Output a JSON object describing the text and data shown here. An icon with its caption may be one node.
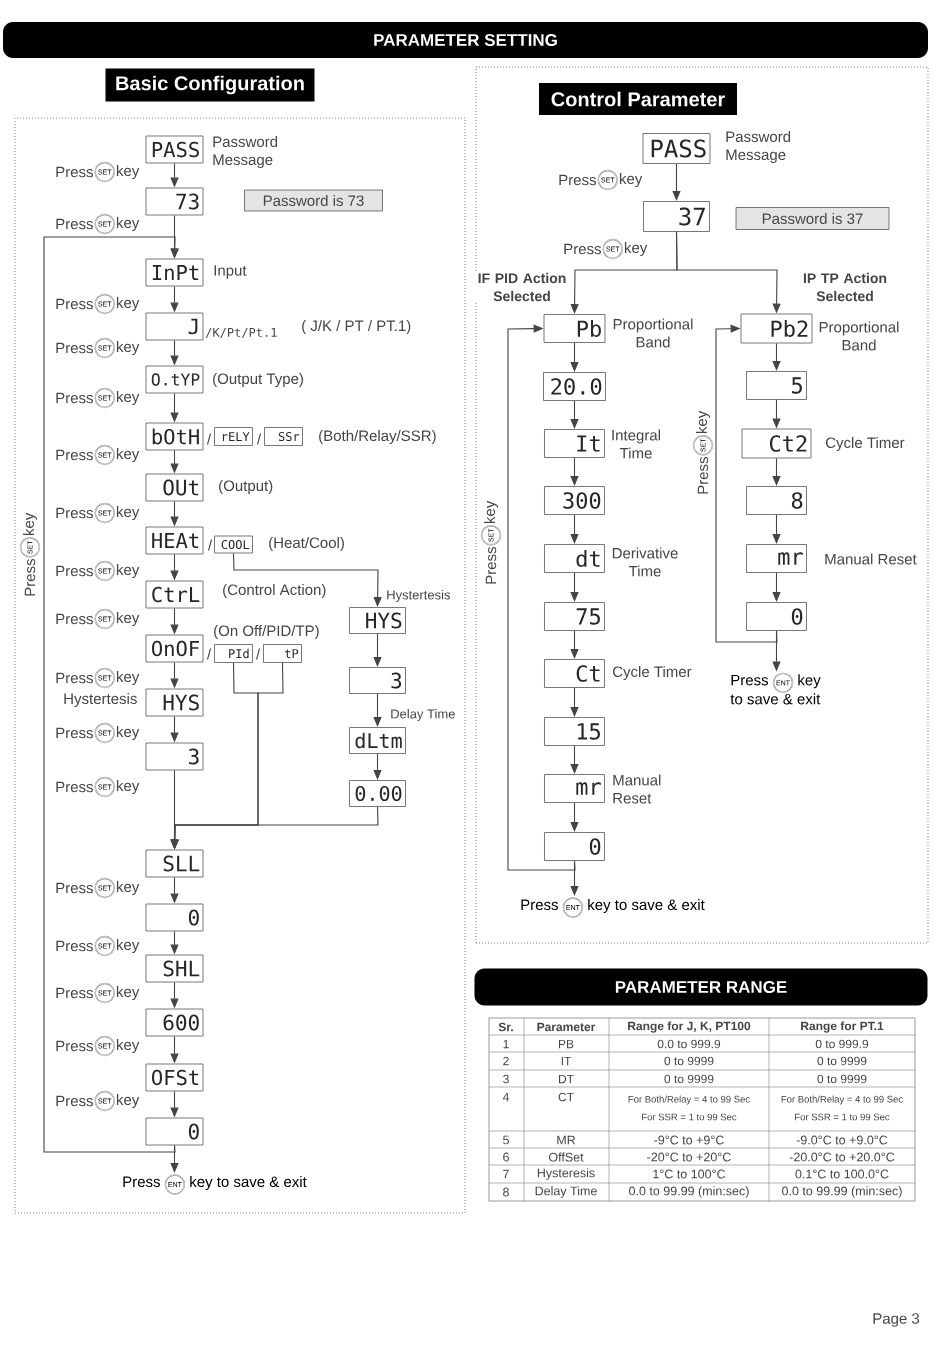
{
  "diagram": {
    "title": "PARAMETER SETTING",
    "nodes": [
      {
        "text": [
          "Basic Configuration"
        ]
      },
      {
        "text": [
          "PASS"
        ],
        "in": 0,
        "beside": [
          "Password Message"
        ]
      },
      {
        "text": [
          "73"
        ],
        "in": 0
      },
      {
        "text": [
          "Password is 73"
        ],
        "in": 0
      },
      {
        "text": [
          "InPt"
        ],
        "in": 0,
        "beside": [
          "Input"
        ]
      },
      {
        "text": [
          "J"
        ],
        "in": 0,
        "beside": [
          "/K/Pt/Pt.1",
          "( J/K / PT / PT.1)"
        ]
      },
      {
        "text": [
          "O.tYP"
        ],
        "in": 0,
        "beside": [
          "(Output Type)"
        ]
      },
      {
        "text": [
          "bOtH"
        ],
        "in": 0,
        "beside": [
          "/"
        ]
      },
      {
        "text": [
          "rELY"
        ],
        "in": 0,
        "beside": [
          "/"
        ]
      },
      {
        "text": [
          "SSr"
        ],
        "in": 0,
        "beside": [
          "(Both/Relay/SSR)"
        ]
      },
      {
        "text": [
          "OUt"
        ],
        "in": 0,
        "beside": [
          "(Output)"
        ]
      },
      {
        "text": [
          "HEAt"
        ],
        "in": 0,
        "beside": [
          "/"
        ]
      },
      {
        "text": [
          "COOL"
        ],
        "in": 0,
        "beside": [
          "(Heat/Cool)"
        ]
      },
      {
        "text": [
          "CtrL"
        ],
        "in": 0,
        "beside": [
          "(Control Action)"
        ]
      },
      {
        "text": [
          "OnOF"
        ],
        "in": 0,
        "beside": [
          "/"
        ]
      },
      {
        "text": [
          "PId"
        ],
        "in": 0,
        "beside": [
          "/"
        ]
      },
      {
        "text": [
          "tP"
        ],
        "in": 0,
        "beside": [
          "(On Off/PID/TP)"
        ]
      },
      {
        "text": [
          "HYS"
        ],
        "in": 0,
        "beside": [
          "Hystertesis"
        ]
      },
      {
        "text": [
          "3"
        ],
        "in": 0
      },
      {
        "text": [
          "HYS"
        ],
        "in": 0,
        "beside": [
          "Hystertesis"
        ]
      },
      {
        "text": [
          "3"
        ],
        "in": 0
      },
      {
        "text": [
          "dLtm"
        ],
        "in": 0,
        "beside": [
          "Delay Time"
        ]
      },
      {
        "text": [
          "0.00"
        ],
        "in": 0
      },
      {
        "text": [
          "SLL"
        ],
        "in": 0
      },
      {
        "text": [
          "0"
        ],
        "in": 0
      },
      {
        "text": [
          "SHL"
        ],
        "in": 0
      },
      {
        "text": [
          "600"
        ],
        "in": 0
      },
      {
        "text": [
          "OFSt"
        ],
        "in": 0
      },
      {
        "text": [
          "0"
        ],
        "in": 0
      },
      {
        "text": [
          "Press",
          "ENT",
          "key to save & exit"
        ],
        "in": 0
      },
      {
        "text": [
          "Control Parameter"
        ]
      },
      {
        "text": [
          "PASS"
        ],
        "in": 30,
        "beside": [
          "Password Message"
        ]
      },
      {
        "text": [
          "37"
        ],
        "in": 30
      },
      {
        "text": [
          "Password is 37"
        ],
        "in": 30
      },
      {
        "text": [
          "Pb"
        ],
        "in": 30,
        "beside": [
          "Proportional Band"
        ]
      },
      {
        "text": [
          "20.0"
        ],
        "in": 30
      },
      {
        "text": [
          "It"
        ],
        "in": 30,
        "beside": [
          "Integral Time"
        ]
      },
      {
        "text": [
          "300"
        ],
        "in": 30
      },
      {
        "text": [
          "dt"
        ],
        "in": 30,
        "beside": [
          "Derivative Time"
        ]
      },
      {
        "text": [
          "75"
        ],
        "in": 30
      },
      {
        "text": [
          "Ct"
        ],
        "in": 30,
        "beside": [
          "Cycle Timer"
        ]
      },
      {
        "text": [
          "15"
        ],
        "in": 30
      },
      {
        "text": [
          "mr"
        ],
        "in": 30,
        "beside": [
          "Manual Reset"
        ]
      },
      {
        "text": [
          "0"
        ],
        "in": 30
      },
      {
        "text": [
          "Press",
          "ENT",
          "key to save & exit"
        ],
        "in": 30
      },
      {
        "text": [
          "Pb2"
        ],
        "in": 30,
        "beside": [
          "Proportional Band"
        ]
      },
      {
        "text": [
          "5"
        ],
        "in": 30
      },
      {
        "text": [
          "Ct2"
        ],
        "in": 30,
        "beside": [
          "Cycle Timer"
        ]
      },
      {
        "text": [
          "8"
        ],
        "in": 30
      },
      {
        "text": [
          "mr"
        ],
        "in": 30,
        "beside": [
          "Manual Reset"
        ]
      },
      {
        "text": [
          "0"
        ],
        "in": 30
      },
      {
        "text": [
          "Press",
          "ENT",
          "key",
          "to save & exit"
        ],
        "in": 30
      },
      {
        "text": [
          "PARAMETER RANGE"
        ]
      }
    ],
    "edges": [
      {
        "from": 1,
        "to": 2,
        "arrow": "to"
      },
      {
        "from": 2,
        "to": 4,
        "arrow": "to"
      },
      {
        "from": 4,
        "to": 5,
        "arrow": "to"
      },
      {
        "from": 5,
        "to": 6,
        "arrow": "to"
      },
      {
        "from": 6,
        "to": 7,
        "arrow": "to"
      },
      {
        "from": 7,
        "to": 10,
        "arrow": "to"
      },
      {
        "from": 10,
        "to": 11,
        "arrow": "to"
      },
      {
        "from": 11,
        "to": 13,
        "arrow": "to"
      },
      {
        "from": 13,
        "to": 14,
        "arrow": "to"
      },
      {
        "from": 14,
        "to": 17,
        "arrow": "to"
      },
      {
        "from": 17,
        "to": 18,
        "arrow": "to"
      },
      {
        "from": 18,
        "to": 23,
        "arrow": "to"
      },
      {
        "from": 12,
        "to": 19,
        "arrow": "to"
      },
      {
        "from": 19,
        "to": 20,
        "arrow": "to"
      },
      {
        "from": 20,
        "to": 21,
        "arrow": "to"
      },
      {
        "from": 21,
        "to": 22,
        "arrow": "to"
      },
      {
        "from": 22,
        "to": 23,
        "arrow": "to"
      },
      {
        "from": 15,
        "to": 23,
        "arrow": "to"
      },
      {
        "from": 16,
        "to": 23,
        "arrow": "to"
      },
      {
        "from": 23,
        "to": 24,
        "arrow": "to"
      },
      {
        "from": 24,
        "to": 25,
        "arrow": "to"
      },
      {
        "from": 25,
        "to": 26,
        "arrow": "to"
      },
      {
        "from": 26,
        "to": 27,
        "arrow": "to"
      },
      {
        "from": 27,
        "to": 28,
        "arrow": "to"
      },
      {
        "from": 28,
        "to": 29,
        "arrow": "to"
      },
      {
        "from": 28,
        "to": 4,
        "arrow": "to"
      },
      {
        "from": 31,
        "to": 32,
        "arrow": "to"
      },
      {
        "from": 32,
        "to": 34,
        "arrow": "to",
        "label": "IF PID Action Selected"
      },
      {
        "from": 32,
        "to": 45,
        "arrow": "to",
        "label": "IP TP Action Selected"
      },
      {
        "from": 34,
        "to": 35,
        "arrow": "to"
      },
      {
        "from": 35,
        "to": 36,
        "arrow": "to"
      },
      {
        "from": 36,
        "to": 37,
        "arrow": "to"
      },
      {
        "from": 37,
        "to": 38,
        "arrow": "to"
      },
      {
        "from": 38,
        "to": 39,
        "arrow": "to"
      },
      {
        "from": 39,
        "to": 40,
        "arrow": "to"
      },
      {
        "from": 40,
        "to": 41,
        "arrow": "to"
      },
      {
        "from": 41,
        "to": 42,
        "arrow": "to"
      },
      {
        "from": 42,
        "to": 43,
        "arrow": "to"
      },
      {
        "from": 43,
        "to": 44,
        "arrow": "to"
      },
      {
        "from": 43,
        "to": 34,
        "arrow": "to"
      },
      {
        "from": 45,
        "to": 46,
        "arrow": "to"
      },
      {
        "from": 46,
        "to": 47,
        "arrow": "to"
      },
      {
        "from": 47,
        "to": 48,
        "arrow": "to"
      },
      {
        "from": 48,
        "to": 49,
        "arrow": "to"
      },
      {
        "from": 49,
        "to": 50,
        "arrow": "to"
      },
      {
        "from": 50,
        "to": 51,
        "arrow": "to"
      },
      {
        "from": 50,
        "to": 45,
        "arrow": "to"
      }
    ],
    "labels": [
      "Press",
      "SET",
      "key",
      "Press",
      "SET",
      "key",
      "Press",
      "SET",
      "key",
      "Press",
      "SET",
      "key",
      "Press",
      "SET",
      "key",
      "Press",
      "SET",
      "key",
      "Press",
      "SET",
      "key",
      "Press",
      "SET",
      "key",
      "Press",
      "SET",
      "key",
      "Press",
      "SET",
      "key",
      "Press",
      "SET",
      "key",
      "Press",
      "SET",
      "key",
      "Press",
      "SET",
      "key",
      "Press",
      "SET",
      "key",
      "Press",
      "SET",
      "key",
      "Press",
      "SET",
      "key",
      "Press",
      "SET",
      "key",
      "Press",
      "SET",
      "key",
      "Press",
      "SET",
      "key",
      "Press",
      "SET",
      "key",
      "Press",
      "SET",
      "key",
      "Press",
      "SET",
      "key",
      "Sr.",
      "Parameter",
      "Range for J, K, PT100",
      "Range for PT.1",
      "1",
      "PB",
      "0.0 to 999.9",
      "0 to 999.9",
      "2",
      "IT",
      "0 to 9999",
      "0 to 9999",
      "3",
      "DT",
      "0 to 9999",
      "0 to 9999",
      "4",
      "CT",
      "For Both/Relay = 4 to 99 Sec",
      "For SSR = 1 to 99 Sec",
      "For Both/Relay = 4 to 99 Sec",
      "For SSR = 1 to 99 Sec",
      "5",
      "MR",
      "-9°C to +9°C",
      "-9.0°C to +9.0°C",
      "6",
      "OffSet",
      "-20°C to +20°C",
      "-20.0°C to +20.0°C",
      "7",
      "Hysteresis",
      "1°C to 100°C",
      "0.1°C to 100.0°C",
      "8",
      "Delay Time",
      "0.0 to 99.99 (min:sec)",
      "0.0 to 99.99 (min:sec)",
      "Page 3"
    ]
  }
}
